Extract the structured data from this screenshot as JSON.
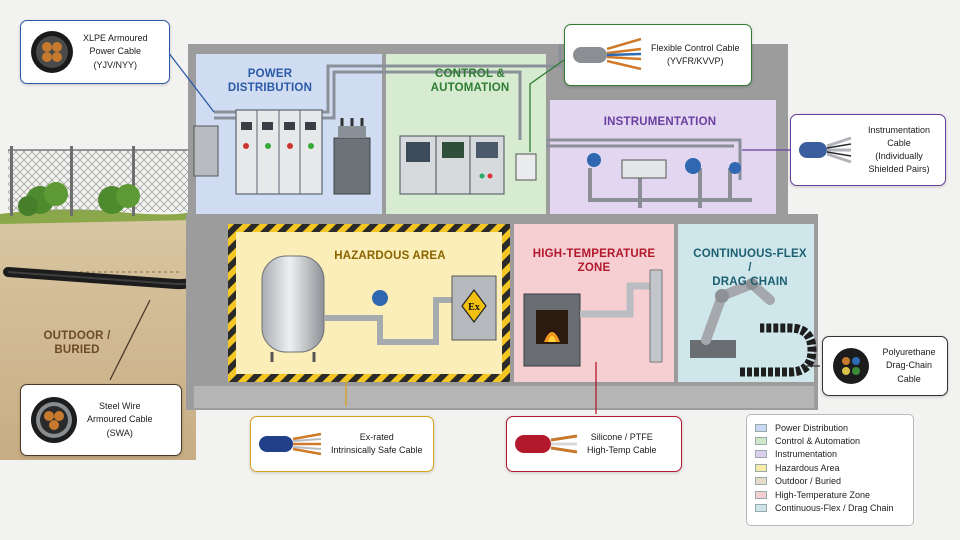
{
  "zones": {
    "power": {
      "title": "POWER\nDISTRIBUTION",
      "color": "#2b5aa8",
      "fill": "#cfdcf2"
    },
    "control": {
      "title": "CONTROL &\nAUTOMATION",
      "color": "#2f7d32",
      "fill": "#d6ebd0"
    },
    "instrumentation": {
      "title": "INSTRUMENTATION",
      "color": "#6a3fa0",
      "fill": "#e2d6f0"
    },
    "hazardous": {
      "title": "HAZARDOUS AREA",
      "color": "#8a6400",
      "fill": "#fbeeb8"
    },
    "hightemp": {
      "title": "HIGH-TEMPERATURE\nZONE",
      "color": "#b3182c",
      "fill": "#f6cfd2"
    },
    "flex": {
      "title": "CONTINUOUS-FLEX /\nDRAG CHAIN",
      "color": "#1d5f72",
      "fill": "#cfe6ea"
    },
    "outdoor": {
      "title": "OUTDOOR /\nBURIED",
      "color": "#6b4a25"
    }
  },
  "callouts": {
    "xlpe": {
      "text": "XLPE Armoured\nPower Cable\n(YJV/NYY)",
      "border": "#2b5aa8"
    },
    "control": {
      "text": "Flexible Control Cable\n(YVFR/KVVP)",
      "border": "#2f7d32"
    },
    "instrumentation": {
      "text": "Instrumentation Cable\n(Individually\nShielded Pairs)",
      "border": "#6a3fa0"
    },
    "swa": {
      "text": "Steel Wire\nArmoured Cable\n(SWA)",
      "border": "#4a3a2a"
    },
    "exrated": {
      "text": "Ex-rated\nIntrinsically Safe Cable",
      "border": "#d8a21c"
    },
    "silicone": {
      "text": "Silicone / PTFE\nHigh-Temp Cable",
      "border": "#b3182c"
    },
    "polyurethane": {
      "text": "Polyurethane\nDrag-Chain Cable",
      "border": "#333333"
    }
  },
  "exmark": "Ex",
  "legend": [
    {
      "label": "Power Distribution",
      "color": "#c9d8f2"
    },
    {
      "label": "Control & Automation",
      "color": "#cfe8c8"
    },
    {
      "label": "Instrumentation",
      "color": "#ddd0ef"
    },
    {
      "label": "Hazardous Area",
      "color": "#f8eaa8"
    },
    {
      "label": "Outdoor / Buried",
      "color": "#e8dcc8"
    },
    {
      "label": "High-Temperature Zone",
      "color": "#f5cfd2"
    },
    {
      "label": "Continuous-Flex / Drag Chain",
      "color": "#cde4ea"
    }
  ]
}
